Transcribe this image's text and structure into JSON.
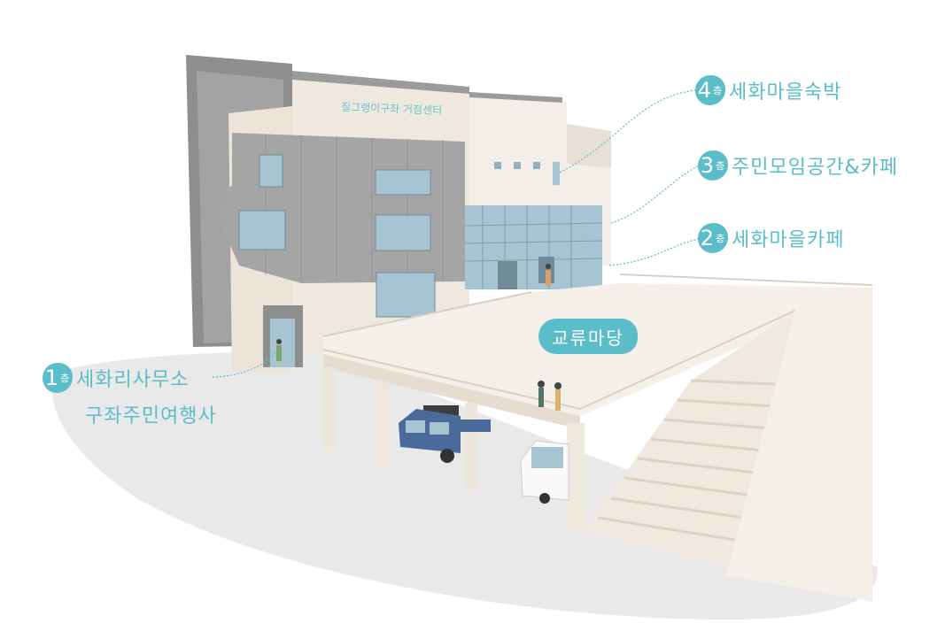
{
  "building_sign": "질그랭이구좌 거점센터",
  "plaza_label": "교류마당",
  "floors": [
    {
      "number": "4",
      "unit": "층",
      "name": "세화마을숙박"
    },
    {
      "number": "3",
      "unit": "층",
      "name": "주민모임공간&카페"
    },
    {
      "number": "2",
      "unit": "층",
      "name": "세화마을카페"
    },
    {
      "number": "1",
      "unit": "층",
      "name": "세화리사무소",
      "name2": "구좌주민여행사"
    }
  ],
  "colors": {
    "accent": "#5bbdc9",
    "wall": "#f1ebe3",
    "cladding": "#a9a9a9",
    "glass": "#a7c4d2",
    "ground": "#e8e8e8",
    "truck": "#4a6a9a"
  }
}
